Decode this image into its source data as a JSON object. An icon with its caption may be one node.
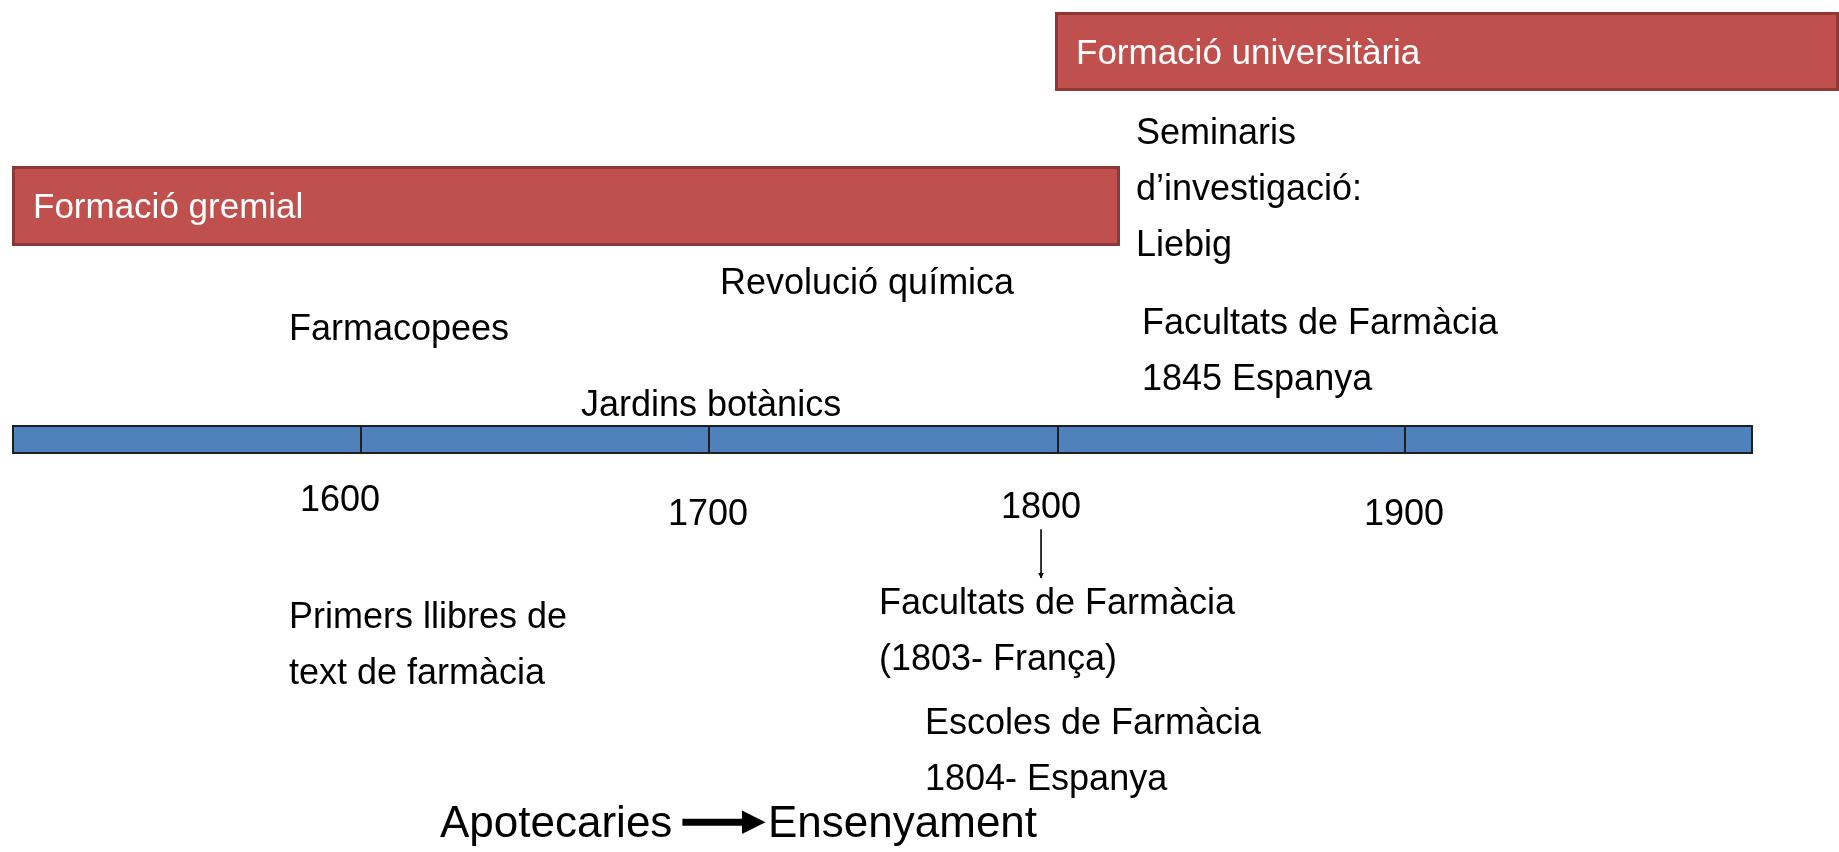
{
  "diagram": {
    "nodes": [
      {
        "text": [
          "Formació universitària"
        ]
      },
      {
        "text": [
          "Formació gremial"
        ]
      },
      {
        "text": [
          "Seminaris d’investigació: Liebig"
        ]
      },
      {
        "text": [
          "Revolució química"
        ]
      },
      {
        "text": [
          "Farmacopees"
        ]
      },
      {
        "text": [
          "Facultats de Farmàcia 1845 Espanya"
        ]
      },
      {
        "text": [
          "Jardins botànics"
        ]
      },
      {
        "text": [
          "1800"
        ]
      },
      {
        "text": [
          "Facultats de Farmàcia (1803- França)"
        ]
      },
      {
        "text": [
          "Primers llibres de text de farmàcia"
        ]
      },
      {
        "text": [
          "Escoles de Farmàcia 1804- Espanya"
        ]
      },
      {
        "text": [
          "Apotecaries"
        ]
      },
      {
        "text": [
          "Ensenyament"
        ]
      }
    ],
    "edges": [
      {
        "from": 7,
        "to": 8,
        "arrow": "to"
      },
      {
        "from": 11,
        "to": 12,
        "arrow": "to",
        "style": "thick"
      }
    ],
    "labels": [
      "1600",
      "1700",
      "1900"
    ]
  }
}
